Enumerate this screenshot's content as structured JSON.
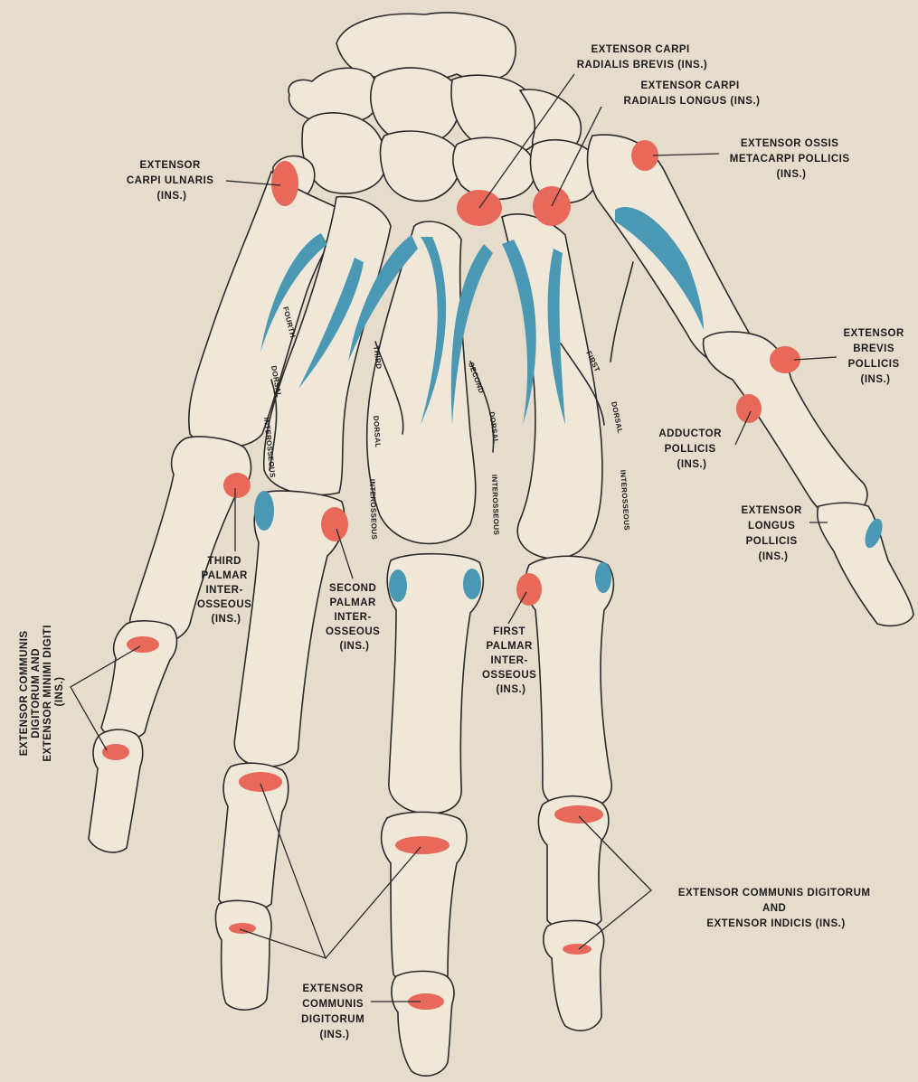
{
  "colors": {
    "background": "#e6dccb",
    "insertion": "#e8685a",
    "origin": "#4b98b4",
    "outline": "#2a2a2a"
  },
  "labels": {
    "ecr_brevis": [
      "EXTENSOR CARPI",
      "RADIALIS BREVIS (INS.)"
    ],
    "ecr_longus": [
      "EXTENSOR CARPI",
      "RADIALIS LONGUS (INS.)"
    ],
    "eomp": [
      "EXTENSOR OSSIS",
      "METACARPI POLLICIS",
      "(INS.)"
    ],
    "ecu": [
      "EXTENSOR",
      "CARPI ULNARIS",
      "(INS.)"
    ],
    "ebp": [
      "EXTENSOR",
      "BREVIS",
      "POLLICIS",
      "(INS.)"
    ],
    "adductor": [
      "ADDUCTOR",
      "POLLICIS",
      "(INS.)"
    ],
    "elp": [
      "EXTENSOR",
      "LONGUS",
      "POLLICIS",
      "(INS.)"
    ],
    "third_palmar": [
      "THIRD",
      "PALMAR",
      "INTER-",
      "OSSEOUS",
      "(INS.)"
    ],
    "second_palmar": [
      "SECOND",
      "PALMAR",
      "INTER-",
      "OSSEOUS",
      "(INS.)"
    ],
    "first_palmar": [
      "FIRST",
      "PALMAR",
      "INTER-",
      "OSSEOUS",
      "(INS.)"
    ],
    "ecd_emd": [
      "EXTENSOR COMMUNIS",
      "DIGITORUM AND",
      "EXTENSOR MINIMI DIGITI",
      "(INS.)"
    ],
    "ecd_ei": [
      "EXTENSOR COMMUNIS DIGITORUM",
      "AND",
      "EXTENSOR INDICIS (INS.)"
    ],
    "ecd": [
      "EXTENSOR",
      "COMMUNIS",
      "DIGITORUM",
      "(INS.)"
    ],
    "fourth_dorsal": [
      "FOURTH",
      "DORSAL",
      "INTEROSSEOUS"
    ],
    "third_dorsal": [
      "THIRD",
      "DORSAL",
      "INTEROSSEOUS"
    ],
    "second_dorsal": [
      "SECOND",
      "DORSAL",
      "INTEROSSEOUS"
    ],
    "first_dorsal": [
      "FIRST",
      "DORSAL",
      "INTEROSSEOUS"
    ]
  }
}
